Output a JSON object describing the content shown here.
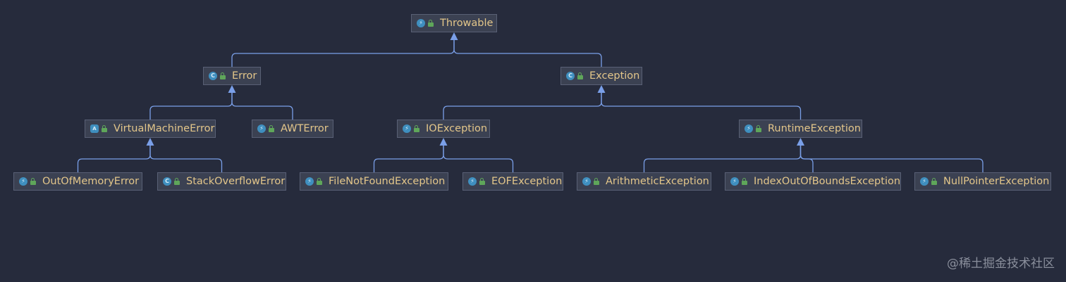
{
  "nodes": [
    {
      "id": "throwable",
      "label": "Throwable",
      "icon": "exception-class-icon"
    },
    {
      "id": "error",
      "label": "Error",
      "icon": "class-icon"
    },
    {
      "id": "exception",
      "label": "Exception",
      "icon": "class-icon"
    },
    {
      "id": "vme",
      "label": "VirtualMachineError",
      "icon": "abstract-class-icon"
    },
    {
      "id": "awterror",
      "label": "AWTError",
      "icon": "exception-class-icon"
    },
    {
      "id": "ioexception",
      "label": "IOException",
      "icon": "exception-class-icon"
    },
    {
      "id": "runtime",
      "label": "RuntimeException",
      "icon": "exception-class-icon"
    },
    {
      "id": "oom",
      "label": "OutOfMemoryError",
      "icon": "exception-class-icon"
    },
    {
      "id": "soe",
      "label": "StackOverflowError",
      "icon": "class-icon"
    },
    {
      "id": "fnf",
      "label": "FileNotFoundException",
      "icon": "exception-class-icon"
    },
    {
      "id": "eof",
      "label": "EOFException",
      "icon": "exception-class-icon"
    },
    {
      "id": "arith",
      "label": "ArithmeticException",
      "icon": "exception-class-icon"
    },
    {
      "id": "ioob",
      "label": "IndexOutOfBoundsException",
      "icon": "exception-class-icon"
    },
    {
      "id": "npe",
      "label": "NullPointerException",
      "icon": "exception-class-icon"
    }
  ],
  "edges": [
    {
      "child": "error",
      "parent": "throwable"
    },
    {
      "child": "exception",
      "parent": "throwable"
    },
    {
      "child": "vme",
      "parent": "error"
    },
    {
      "child": "awterror",
      "parent": "error"
    },
    {
      "child": "ioexception",
      "parent": "exception"
    },
    {
      "child": "runtime",
      "parent": "exception"
    },
    {
      "child": "oom",
      "parent": "vme"
    },
    {
      "child": "soe",
      "parent": "vme"
    },
    {
      "child": "fnf",
      "parent": "ioexception"
    },
    {
      "child": "eof",
      "parent": "ioexception"
    },
    {
      "child": "arith",
      "parent": "runtime"
    },
    {
      "child": "ioob",
      "parent": "runtime"
    },
    {
      "child": "npe",
      "parent": "runtime"
    }
  ],
  "watermark": "@稀土掘金技术社区",
  "colors": {
    "background": "#262b3c",
    "node_fill": "#3b4152",
    "node_border": "#596075",
    "label": "#e3c68a",
    "edge": "#7a9fe8",
    "icon": "#3f8fbf",
    "lock": "#5fa65a"
  }
}
